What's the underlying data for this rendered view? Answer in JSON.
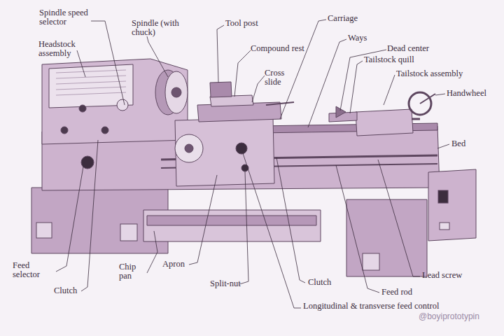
{
  "diagram": {
    "labels": [
      "Spindle speed selector",
      "Spindle (with chuck)",
      "Tool post",
      "Carriage",
      "Headstock assembly",
      "Compound rest",
      "Ways",
      "Dead center",
      "Tailstock quill",
      "Cross slide",
      "Tailstock assembly",
      "Handwheel",
      "Bed",
      "Feed selector",
      "Chip pan",
      "Apron",
      "Clutch",
      "Split-nut",
      "Clutch",
      "Feed rod",
      "Lead screw",
      "Longitudinal & transverse feed control",
      "@boyiprototypin"
    ]
  }
}
